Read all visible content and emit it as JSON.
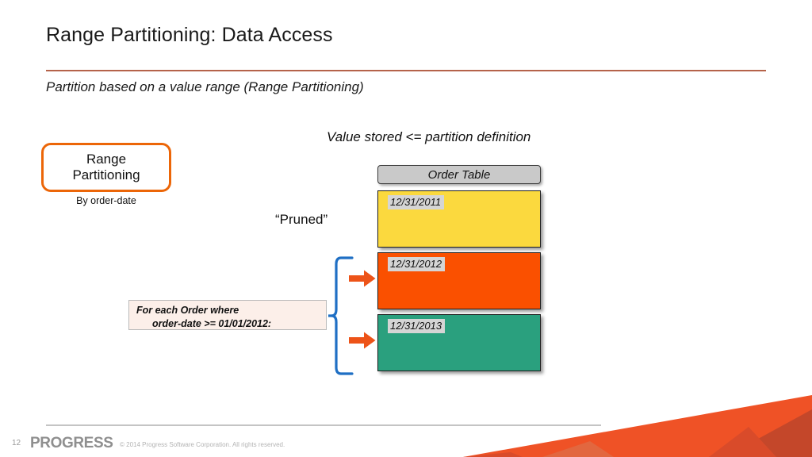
{
  "slide": {
    "title": "Range Partitioning: Data Access",
    "subtitle": "Partition based on a value range (Range Partitioning)",
    "value_note": "Value stored <= partition definition",
    "pruned_label": "“Pruned”"
  },
  "range_partitioning": {
    "line1": "Range",
    "line2": "Partitioning",
    "caption": "By order-date"
  },
  "order_table": {
    "header": "Order Table",
    "partitions": [
      {
        "date": "12/31/2011",
        "color": "#fbd93e",
        "state": "pruned"
      },
      {
        "date": "12/31/2012",
        "color": "#fa5000",
        "state": "scanned"
      },
      {
        "date": "12/31/2013",
        "color": "#2aa07e",
        "state": "scanned"
      }
    ]
  },
  "condition": {
    "line1": "For each Order where",
    "line2": "order-date >= 01/01/2012:"
  },
  "footer": {
    "slide_number": "12",
    "brand": "PROGRESS",
    "copyright": "© 2014 Progress Software Corporation. All rights reserved."
  },
  "colors": {
    "accent_rule": "#b5634a",
    "pill_border": "#ec6608",
    "brace": "#1f6fc4",
    "arrow": "#ed5318",
    "header_fill": "#c9c9c9",
    "date_tag_fill": "#d5d5d5",
    "condition_fill": "#fcefe9",
    "deco_orange": "#ef5226",
    "deco_orange_dark": "#c4472a"
  }
}
